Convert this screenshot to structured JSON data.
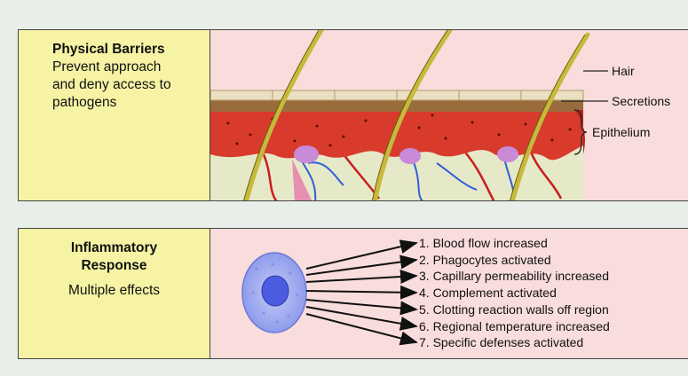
{
  "barriers": {
    "title": "Physical Barriers",
    "description": "Prevent approach and deny access to pathogens",
    "labels": {
      "hair": "Hair",
      "secretions": "Secretions",
      "epithelium": "Epithelium"
    }
  },
  "inflammatory": {
    "title": "Inflammatory Response",
    "description": "Multiple effects",
    "effects": [
      "1. Blood flow increased",
      "2. Phagocytes activated",
      "3. Capillary permeability increased",
      "4. Complement activated",
      "5. Clotting reaction walls off region",
      "6. Regional temperature increased",
      "7. Specific defenses activated"
    ]
  },
  "colors": {
    "label_bg": "#f6f3a4",
    "content_bg": "#f9dcdc",
    "page_bg": "#e8efe9",
    "cell_fill": "#a9b4f2",
    "nucleus": "#4c5ce0",
    "hair": "#c7b93a",
    "tissue_red": "#d83a2c"
  }
}
